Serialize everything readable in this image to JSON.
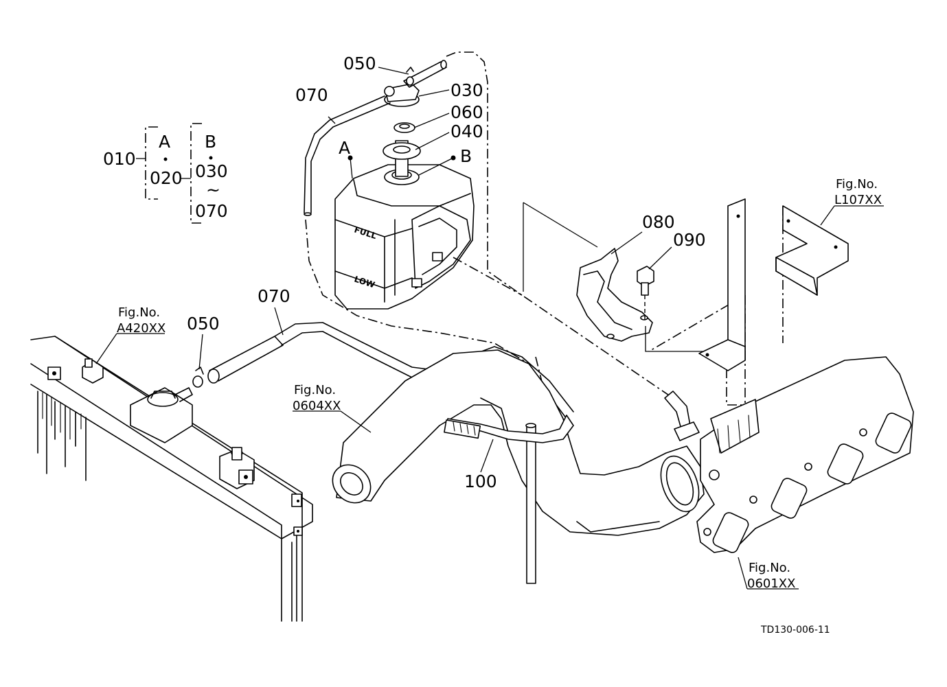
{
  "labels": {
    "p050_top": "050",
    "p070_top": "070",
    "p030": "030",
    "p060": "060",
    "p040": "040",
    "mark_a_tank": "A",
    "mark_b_tank": "B",
    "p080": "080",
    "p090": "090",
    "p070_mid": "070",
    "p050_mid": "050",
    "p100": "100",
    "tank_full": "FULL",
    "tank_low": "LOW",
    "drawing_id": "TD130-006-11"
  },
  "assembly_key": {
    "parent": "010",
    "group_a": "A",
    "group_a_part": "020",
    "group_b": "B",
    "group_b_first": "030",
    "group_b_range_symbol": "~",
    "group_b_last": "070"
  },
  "fig_refs": [
    {
      "heading": "Fig.No.",
      "code": "A420XX"
    },
    {
      "heading": "Fig.No.",
      "code": "0604XX"
    },
    {
      "heading": "Fig.No.",
      "code": "L107XX"
    },
    {
      "heading": "Fig.No.",
      "code": "0601XX"
    }
  ]
}
